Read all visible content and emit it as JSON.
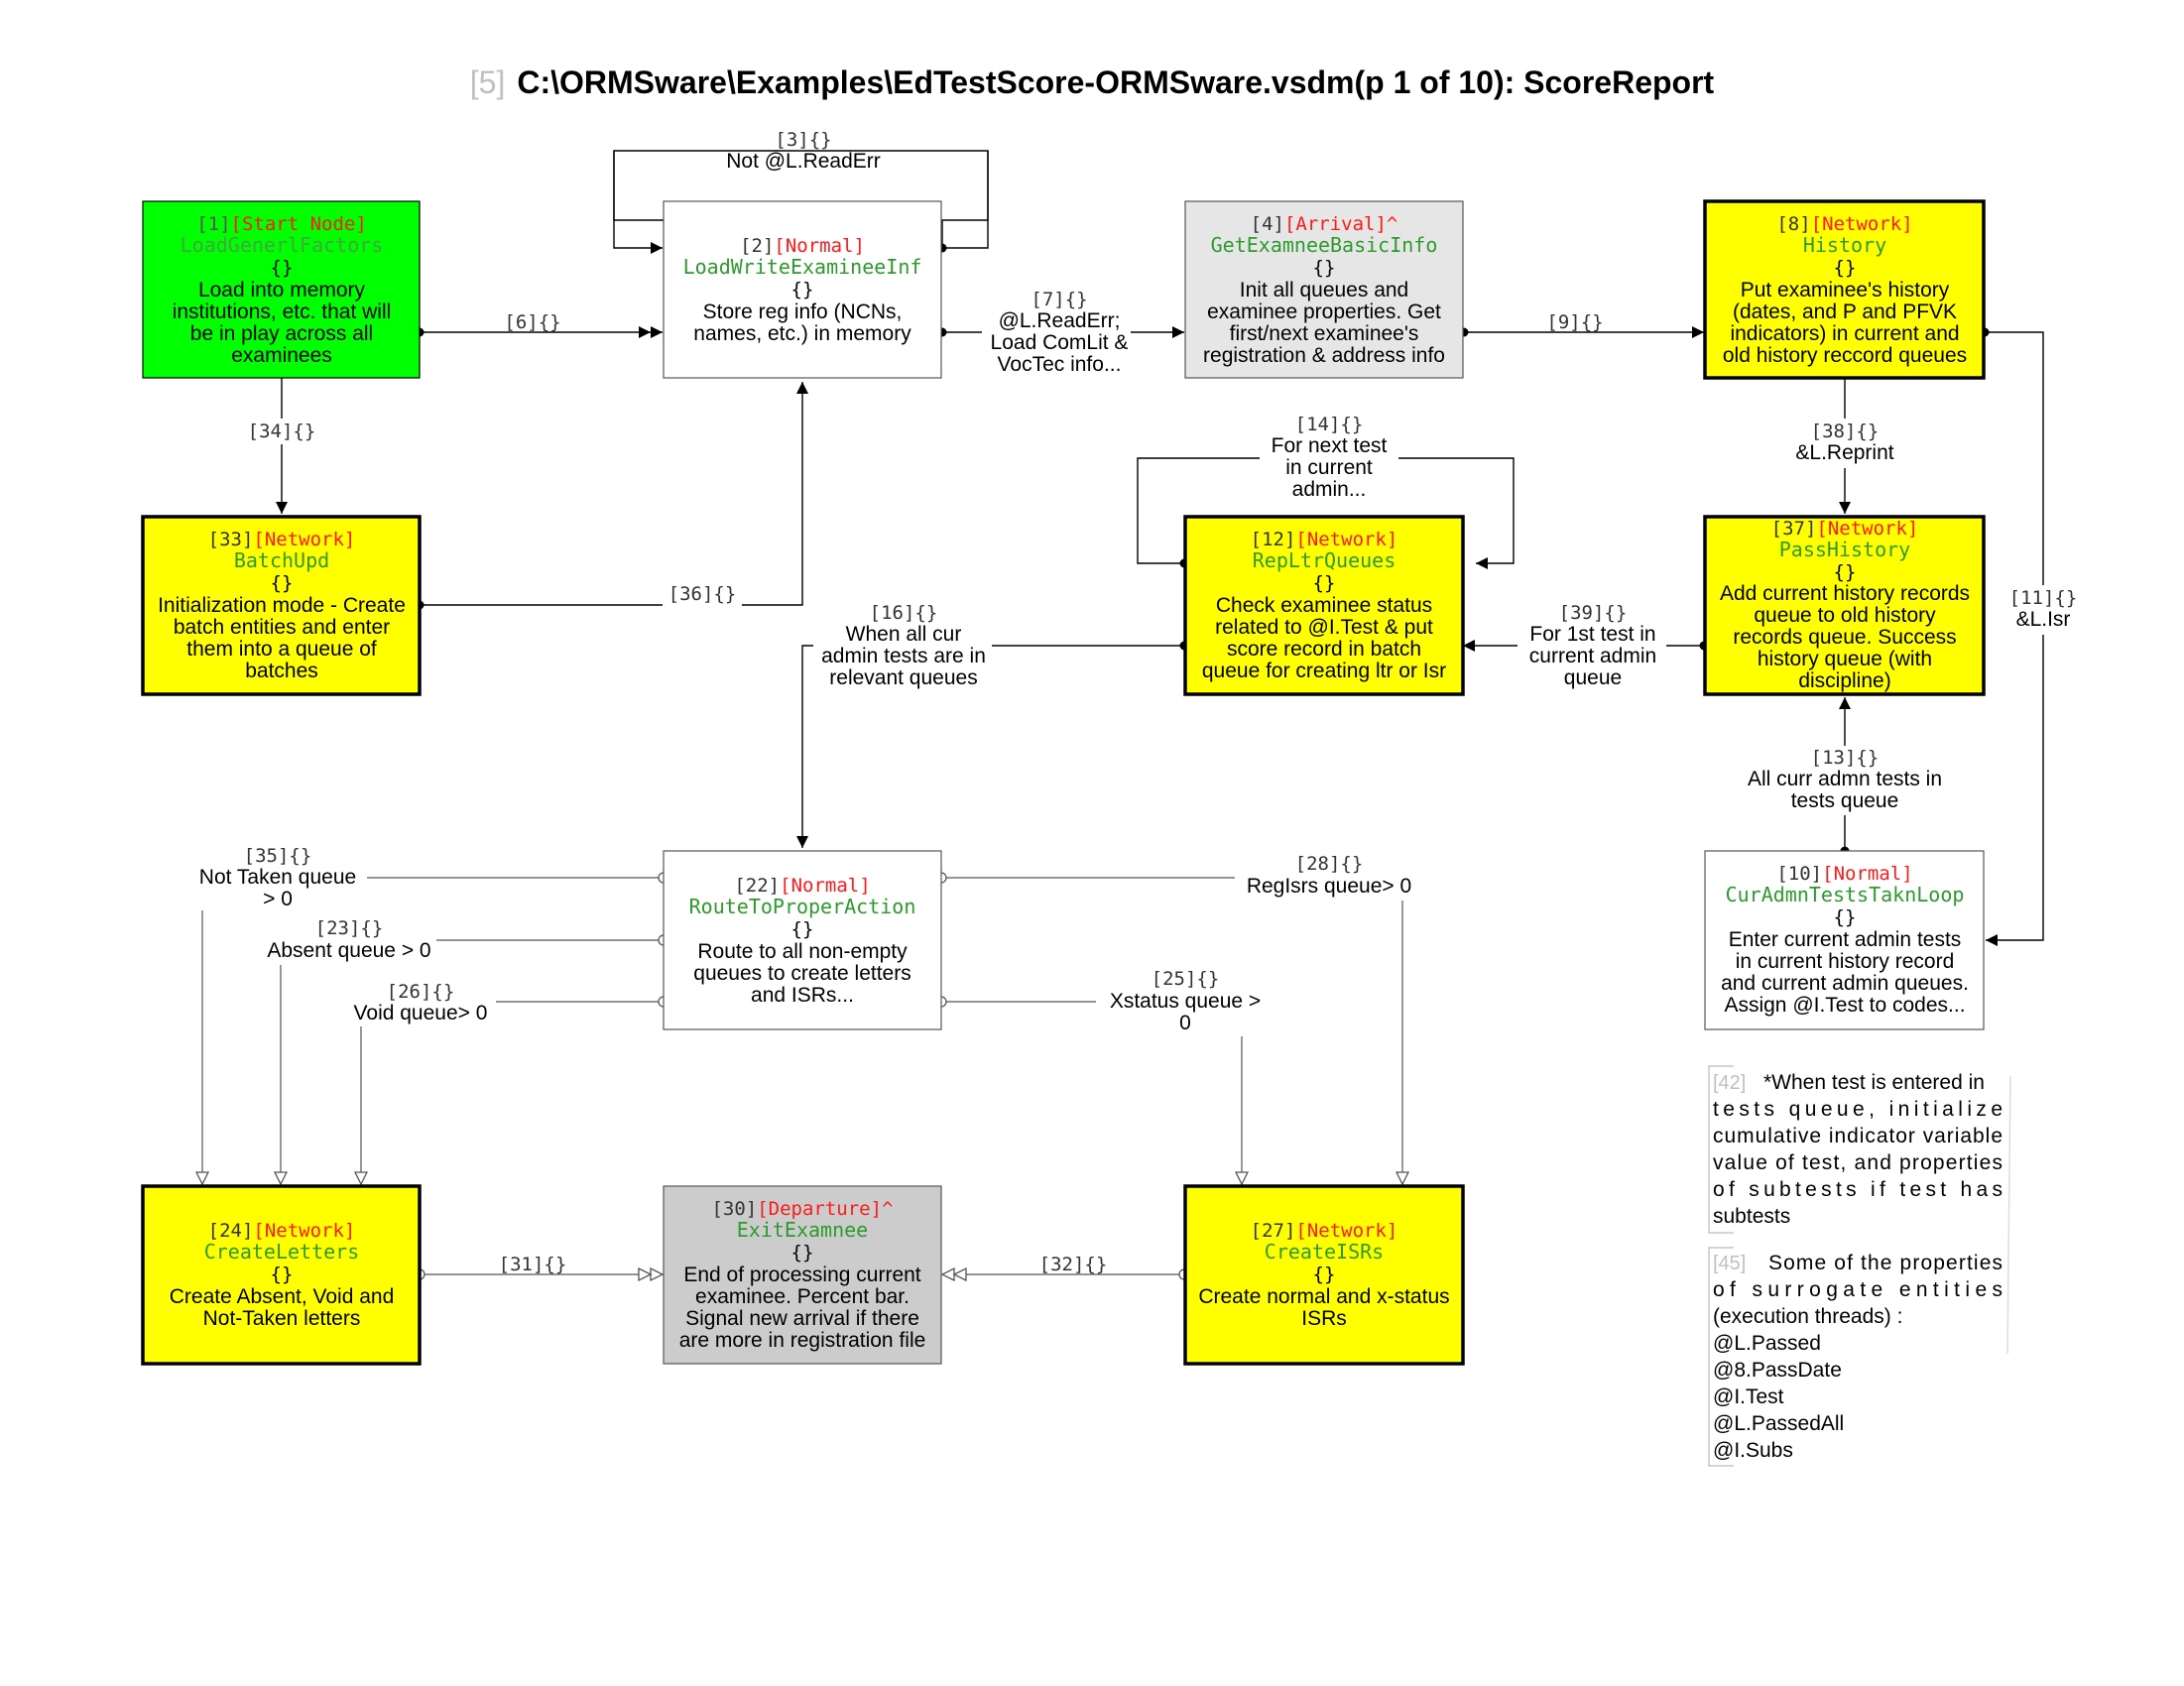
{
  "title": {
    "prefix": "[5]",
    "text": "C:\\ORMSware\\Examples\\EdTestScore-ORMSware.vsdm(p 1 of 10): ScoreReport"
  },
  "colors": {
    "start_fill": "#00ff00",
    "network_fill": "#ffff00",
    "arrival_fill": "#e6e6e6",
    "departure_fill": "#cccccc",
    "normal_fill": "#ffffff",
    "type_text": "#ff1a1a",
    "name_text": "#2e9a2e"
  },
  "nodes": [
    {
      "key": "n1",
      "id": "[1]",
      "type": "[Start Node]",
      "name": "LoadGenerlFactors",
      "braces": "{}",
      "desc": [
        "Load into memory",
        "institutions, etc. that will",
        "be in play across all",
        "examinees"
      ]
    },
    {
      "key": "n2",
      "id": "[2]",
      "type": "[Normal]",
      "name": "LoadWriteExamineeInf",
      "braces": "{}",
      "desc": [
        "Store reg info (NCNs,",
        "names, etc.) in memory"
      ]
    },
    {
      "key": "n4",
      "id": "[4]",
      "type": "[Arrival]^",
      "name": "GetExamneeBasicInfo",
      "braces": "{}",
      "desc": [
        "Init all queues and",
        "examinee properties. Get",
        "first/next examinee's",
        "registration & address info"
      ]
    },
    {
      "key": "n8",
      "id": "[8]",
      "type": "[Network]",
      "name": "History",
      "braces": "{}",
      "desc": [
        "Put examinee's history",
        "(dates, and P and PFVK",
        "indicators) in current and",
        "old history reccord queues"
      ]
    },
    {
      "key": "n33",
      "id": "[33]",
      "type": "[Network]",
      "name": "BatchUpd",
      "braces": "{}",
      "desc": [
        "Initialization mode - Create",
        "batch entities and enter",
        "them into a queue of",
        "batches"
      ]
    },
    {
      "key": "n12",
      "id": "[12]",
      "type": "[Network]",
      "name": "RepLtrQueues",
      "braces": "{}",
      "desc": [
        "Check examinee status",
        "related to @I.Test & put",
        "score record in batch",
        "queue for creating ltr or Isr"
      ]
    },
    {
      "key": "n37",
      "id": "[37]",
      "type": "[Network]",
      "name": "PassHistory",
      "braces": "{}",
      "desc": [
        "Add current history records",
        "queue to old history",
        "records queue. Success",
        "history queue (with",
        "discipline)"
      ]
    },
    {
      "key": "n22",
      "id": "[22]",
      "type": "[Normal]",
      "name": "RouteToProperAction",
      "braces": "{}",
      "desc": [
        "Route to all non-empty",
        "queues to create letters",
        "and ISRs..."
      ]
    },
    {
      "key": "n10",
      "id": "[10]",
      "type": "[Normal]",
      "name": "CurAdmnTestsTaknLoop",
      "braces": "{}",
      "desc": [
        "Enter current admin tests",
        "in current history record",
        "and current admin queues.",
        "Assign @I.Test to codes..."
      ]
    },
    {
      "key": "n24",
      "id": "[24]",
      "type": "[Network]",
      "name": "CreateLetters",
      "braces": "{}",
      "desc": [
        "Create Absent, Void and",
        "Not-Taken letters"
      ]
    },
    {
      "key": "n30",
      "id": "[30]",
      "type": "[Departure]^",
      "name": "ExitExamnee",
      "braces": "{}",
      "desc": [
        "End of processing current",
        "examinee. Percent bar.",
        "Signal new arrival if there",
        "are more in registration file"
      ]
    },
    {
      "key": "n27",
      "id": "[27]",
      "type": "[Network]",
      "name": "CreateISRs",
      "braces": "{}",
      "desc": [
        "Create normal and x-status",
        "ISRs"
      ]
    }
  ],
  "edges": [
    {
      "key": "e3",
      "id": "[3]{}",
      "label": [
        "Not @L.ReadErr"
      ]
    },
    {
      "key": "e6",
      "id": "[6]{}",
      "label": []
    },
    {
      "key": "e7",
      "id": "[7]{}",
      "label": [
        "@L.ReadErr;",
        "Load ComLit &",
        "VocTec info..."
      ]
    },
    {
      "key": "e9",
      "id": "[9]{}",
      "label": []
    },
    {
      "key": "e34",
      "id": "[34]{}",
      "label": []
    },
    {
      "key": "e38",
      "id": "[38]{}",
      "label": [
        "&L.Reprint"
      ]
    },
    {
      "key": "e14",
      "id": "[14]{}",
      "label": [
        "For next test",
        "in current",
        "admin..."
      ]
    },
    {
      "key": "e36",
      "id": "[36]{}",
      "label": []
    },
    {
      "key": "e16",
      "id": "[16]{}",
      "label": [
        "When all cur",
        "admin tests are in",
        "relevant queues"
      ]
    },
    {
      "key": "e39",
      "id": "[39]{}",
      "label": [
        "For 1st test in",
        "current admin",
        "queue"
      ]
    },
    {
      "key": "e11",
      "id": "[11]{}",
      "label": [
        "&L.Isr"
      ]
    },
    {
      "key": "e13",
      "id": "[13]{}",
      "label": [
        "All curr admn tests in",
        "tests queue"
      ]
    },
    {
      "key": "e35",
      "id": "[35]{}",
      "label": [
        "Not Taken queue",
        "> 0"
      ]
    },
    {
      "key": "e23",
      "id": "[23]{}",
      "label": [
        "Absent queue > 0"
      ]
    },
    {
      "key": "e26",
      "id": "[26]{}",
      "label": [
        "Void queue> 0"
      ]
    },
    {
      "key": "e28",
      "id": "[28]{}",
      "label": [
        "RegIsrs queue> 0"
      ]
    },
    {
      "key": "e25",
      "id": "[25]{}",
      "label": [
        "Xstatus queue >",
        "0"
      ]
    },
    {
      "key": "e31",
      "id": "[31]{}",
      "label": []
    },
    {
      "key": "e32",
      "id": "[32]{}",
      "label": []
    }
  ],
  "notes": [
    {
      "key": "note42",
      "id": "[42]",
      "lines": [
        "*When test is entered in",
        "tests queue, initialize",
        "cumulative indicator variable",
        "value of test, and properties",
        "of subtests if test has",
        "subtests"
      ]
    },
    {
      "key": "note45",
      "id": "[45]",
      "lines": [
        "Some of the properties",
        "of surrogate entities",
        "(execution threads) :",
        "@L.Passed",
        "@8.PassDate",
        "@I.Test",
        "@L.PassedAll",
        "@I.Subs"
      ]
    }
  ]
}
